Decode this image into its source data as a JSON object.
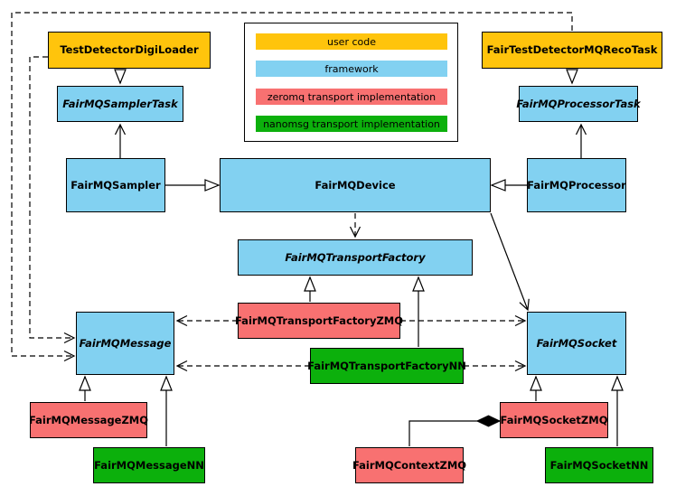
{
  "colors": {
    "user_code": "#FFC40C",
    "framework": "#82D1F1",
    "zeromq": "#F87171",
    "nanomsg": "#0CB00C",
    "border": "#000000",
    "background": "#FFFFFF"
  },
  "legend": {
    "items": [
      {
        "id": "user-code",
        "label": "user code",
        "color": "#FFC40C"
      },
      {
        "id": "framework",
        "label": "framework",
        "color": "#82D1F1"
      },
      {
        "id": "zeromq",
        "label": "zeromq transport implementation",
        "color": "#F87171"
      },
      {
        "id": "nanomsg",
        "label": "nanomsg transport implementation",
        "color": "#0CB00C"
      }
    ]
  },
  "nodes": {
    "testDetectorDigiLoader": {
      "label": "TestDetectorDigiLoader",
      "category": "user code",
      "abstract": false
    },
    "fairTestDetectorMQRecoTask": {
      "label": "FairTestDetectorMQRecoTask",
      "category": "user code",
      "abstract": false
    },
    "fairMQSamplerTask": {
      "label": "FairMQSamplerTask",
      "category": "framework",
      "abstract": true
    },
    "fairMQProcessorTask": {
      "label": "FairMQProcessorTask",
      "category": "framework",
      "abstract": true
    },
    "fairMQSampler": {
      "label": "FairMQSampler",
      "category": "framework",
      "abstract": false
    },
    "fairMQDevice": {
      "label": "FairMQDevice",
      "category": "framework",
      "abstract": false
    },
    "fairMQProcessor": {
      "label": "FairMQProcessor",
      "category": "framework",
      "abstract": false
    },
    "fairMQTransportFactory": {
      "label": "FairMQTransportFactory",
      "category": "framework",
      "abstract": true
    },
    "fairMQTransportFactoryZMQ": {
      "label": "FairMQTransportFactoryZMQ",
      "category": "zeromq",
      "abstract": false
    },
    "fairMQTransportFactoryNN": {
      "label": "FairMQTransportFactoryNN",
      "category": "nanomsg",
      "abstract": false
    },
    "fairMQMessage": {
      "label": "FairMQMessage",
      "category": "framework",
      "abstract": true
    },
    "fairMQSocket": {
      "label": "FairMQSocket",
      "category": "framework",
      "abstract": true
    },
    "fairMQMessageZMQ": {
      "label": "FairMQMessageZMQ",
      "category": "zeromq",
      "abstract": false
    },
    "fairMQMessageNN": {
      "label": "FairMQMessageNN",
      "category": "nanomsg",
      "abstract": false
    },
    "fairMQContextZMQ": {
      "label": "FairMQContextZMQ",
      "category": "zeromq",
      "abstract": false
    },
    "fairMQSocketZMQ": {
      "label": "FairMQSocketZMQ",
      "category": "zeromq",
      "abstract": false
    },
    "fairMQSocketNN": {
      "label": "FairMQSocketNN",
      "category": "nanomsg",
      "abstract": false
    }
  },
  "edges": [
    {
      "from": "TestDetectorDigiLoader",
      "to": "FairMQSamplerTask",
      "type": "inheritance"
    },
    {
      "from": "FairTestDetectorMQRecoTask",
      "to": "FairMQProcessorTask",
      "type": "inheritance"
    },
    {
      "from": "FairMQSampler",
      "to": "FairMQSamplerTask",
      "type": "association-arrow"
    },
    {
      "from": "FairMQProcessor",
      "to": "FairMQProcessorTask",
      "type": "association-arrow"
    },
    {
      "from": "FairMQSampler",
      "to": "FairMQDevice",
      "type": "inheritance"
    },
    {
      "from": "FairMQProcessor",
      "to": "FairMQDevice",
      "type": "inheritance"
    },
    {
      "from": "FairMQDevice",
      "to": "FairMQTransportFactory",
      "type": "dashed-dependency"
    },
    {
      "from": "FairMQDevice",
      "to": "FairMQSocket",
      "type": "association-arrow"
    },
    {
      "from": "FairMQTransportFactoryZMQ",
      "to": "FairMQTransportFactory",
      "type": "inheritance"
    },
    {
      "from": "FairMQTransportFactoryNN",
      "to": "FairMQTransportFactory",
      "type": "inheritance"
    },
    {
      "from": "FairMQTransportFactoryZMQ",
      "to": "FairMQMessage",
      "type": "dashed-dependency"
    },
    {
      "from": "FairMQTransportFactoryZMQ",
      "to": "FairMQSocket",
      "type": "dashed-dependency"
    },
    {
      "from": "FairMQTransportFactoryNN",
      "to": "FairMQMessage",
      "type": "dashed-dependency"
    },
    {
      "from": "FairMQTransportFactoryNN",
      "to": "FairMQSocket",
      "type": "dashed-dependency"
    },
    {
      "from": "TestDetectorDigiLoader",
      "to": "FairMQMessage",
      "type": "dashed-dependency"
    },
    {
      "from": "FairTestDetectorMQRecoTask",
      "to": "FairMQMessage",
      "type": "dashed-dependency"
    },
    {
      "from": "FairMQMessageZMQ",
      "to": "FairMQMessage",
      "type": "inheritance"
    },
    {
      "from": "FairMQMessageNN",
      "to": "FairMQMessage",
      "type": "inheritance"
    },
    {
      "from": "FairMQSocketZMQ",
      "to": "FairMQSocket",
      "type": "inheritance"
    },
    {
      "from": "FairMQSocketNN",
      "to": "FairMQSocket",
      "type": "inheritance"
    },
    {
      "from": "FairMQSocketZMQ",
      "to": "FairMQContextZMQ",
      "type": "composition"
    }
  ]
}
